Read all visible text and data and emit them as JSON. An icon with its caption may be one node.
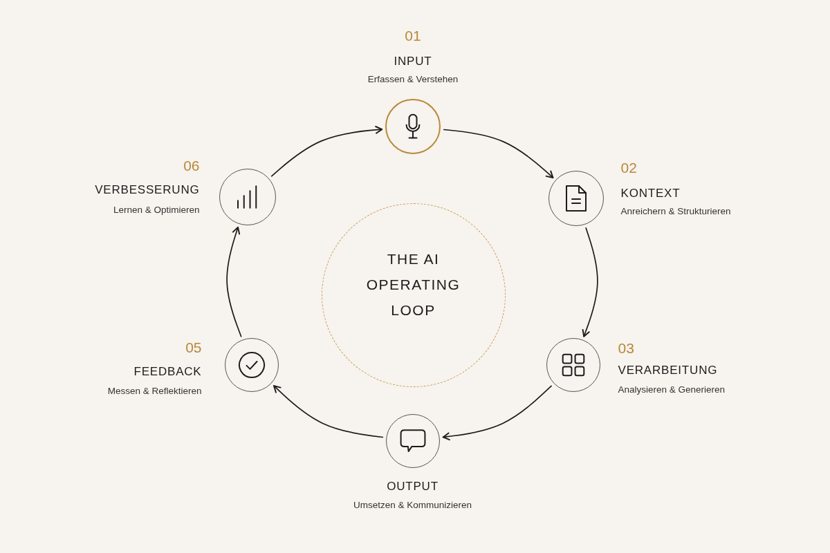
{
  "diagram": {
    "nodes": [
      {
        "text": [
          "01",
          "INPUT",
          "Erfassen & Verstehen"
        ]
      },
      {
        "text": [
          "02",
          "KONTEXT",
          "Anreichern & Strukturieren"
        ]
      },
      {
        "text": [
          "03",
          "VERARBEITUNG",
          "Analysieren & Generieren"
        ]
      },
      {
        "text": [
          "OUTPUT",
          "Umsetzen & Kommunizieren"
        ]
      },
      {
        "text": [
          "05",
          "FEEDBACK",
          "Messen & Reflektieren"
        ]
      },
      {
        "text": [
          "06",
          "VERBESSERUNG",
          "Lernen & Optimieren"
        ]
      },
      {
        "text": [
          "THE AI OPERATING LOOP"
        ]
      }
    ],
    "edges": [
      {
        "from": 0,
        "to": 1,
        "arrow": "to"
      },
      {
        "from": 1,
        "to": 2,
        "arrow": "to"
      },
      {
        "from": 2,
        "to": 3,
        "arrow": "to"
      },
      {
        "from": 3,
        "to": 4,
        "arrow": "to"
      },
      {
        "from": 4,
        "to": 5,
        "arrow": "to"
      },
      {
        "from": 5,
        "to": 0,
        "arrow": "to"
      }
    ]
  }
}
